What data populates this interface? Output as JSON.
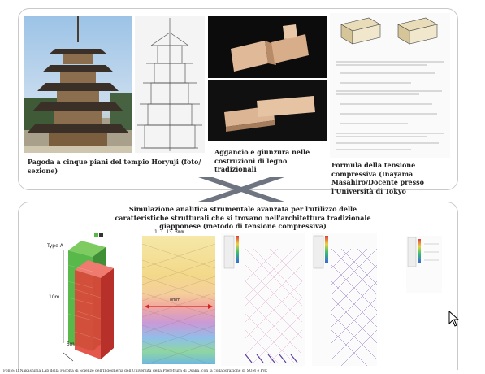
{
  "top": {
    "pagoda_caption": "Pagoda a cinque piani del tempio Horyuji (foto/ sezione)",
    "joint_caption": "Aggancio e giunzura nelle costruzioni di legno tradizionali",
    "formula_caption": "Formula della tensione compressiva (Inayama Masahiro/Docente presso l'Università di Tokyo"
  },
  "middle": {
    "title": "Simulazione analitica strumentale avanzata per l'utilizzo delle caratteristiche strutturali che si trovano nell'architettura tradizionale giapponese (metodo di tensione compressiva)"
  },
  "bottom": {
    "typeA_label": "Type A",
    "dim_10m": "10m",
    "dim_5m": "5m",
    "scale_label": "1 : 13.3mm",
    "span_label": "8mm",
    "footnote": "Fonte: Il Nakashima Lab della Facoltà di Scienze dell'Ingegneria dell'Università della Prefettura di Osaka, con la collaborazione di SOM e Pyk"
  },
  "colors": {
    "panel_border": "#c9c9c9",
    "separator": "#6e7580",
    "green_block": "#58b84a",
    "red_block": "#e0453a"
  }
}
